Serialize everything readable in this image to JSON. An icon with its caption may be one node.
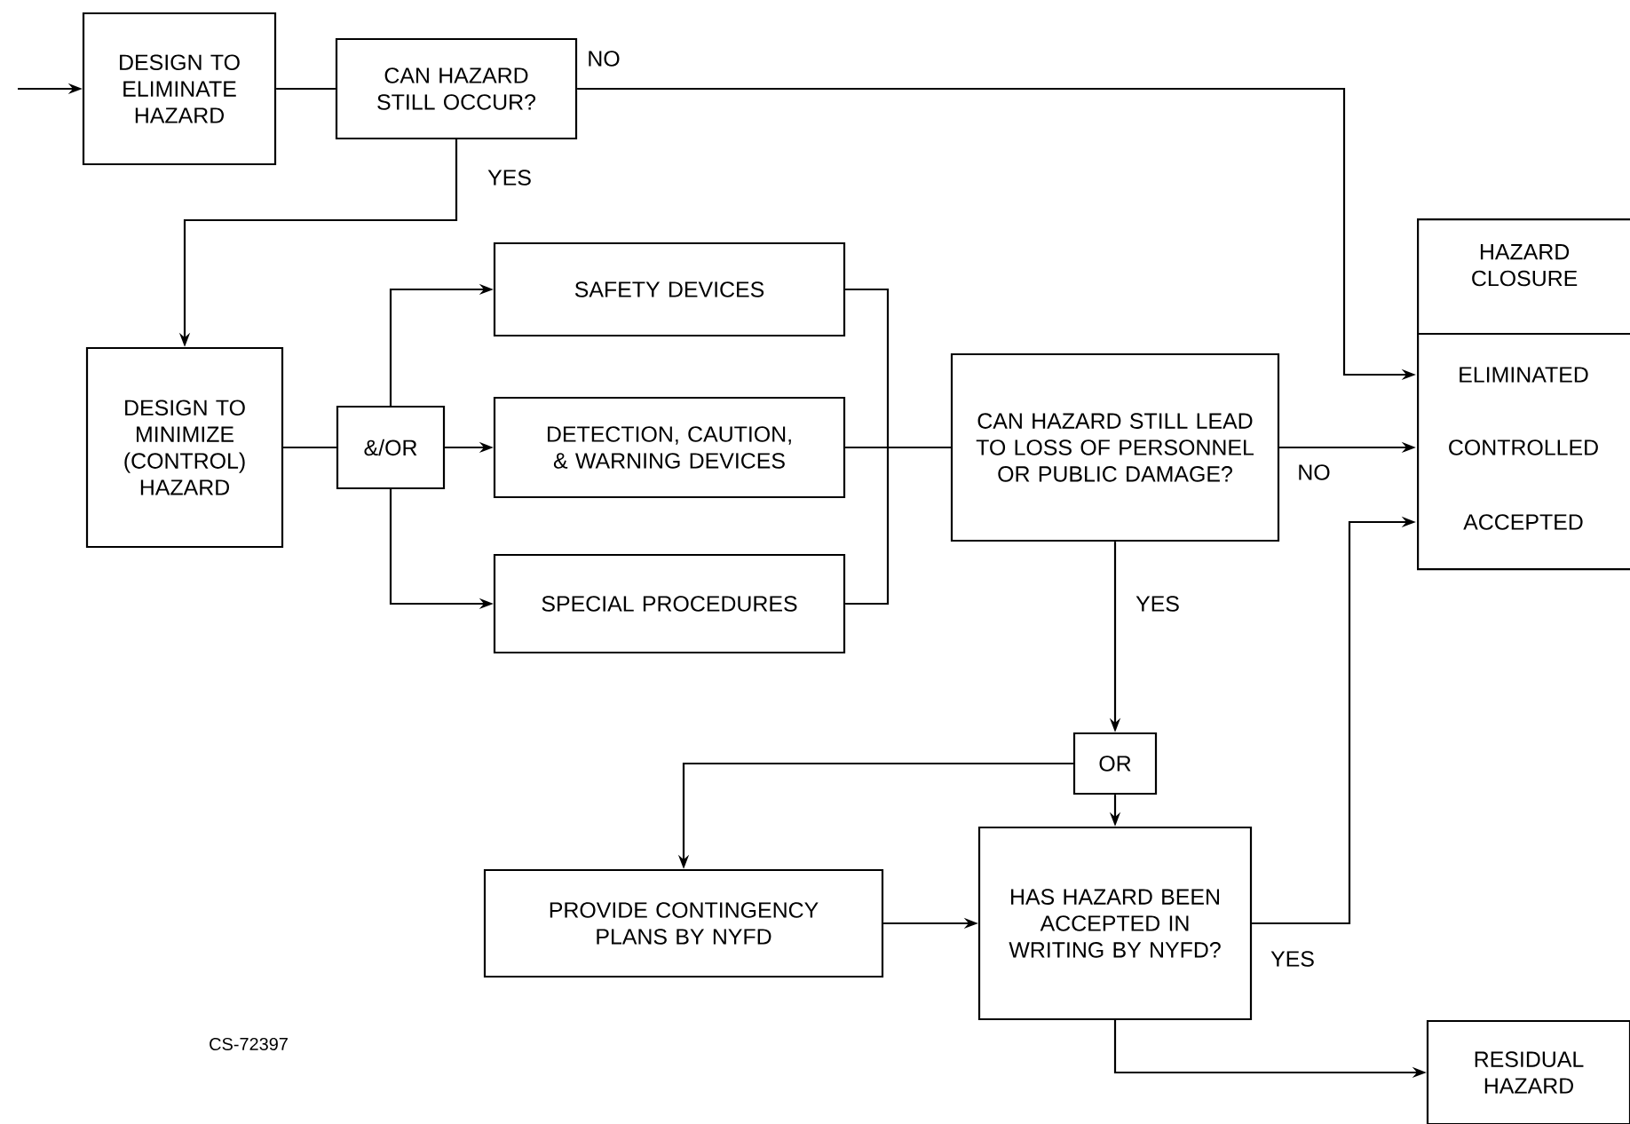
{
  "diagram": {
    "nodes": [
      {
        "text": [
          "DESIGN TO ELIMINATE HAZARD"
        ]
      },
      {
        "text": [
          "CAN HAZARD STILL OCCUR?"
        ]
      },
      {
        "text": [
          "DESIGN TO MINIMIZE (CONTROL) HAZARD"
        ]
      },
      {
        "text": [
          "&/OR"
        ]
      },
      {
        "text": [
          "SAFETY DEVICES"
        ]
      },
      {
        "text": [
          "DETECTION, CAUTION, & WARNING DEVICES"
        ]
      },
      {
        "text": [
          "SPECIAL PROCEDURES"
        ]
      },
      {
        "text": [
          "CAN HAZARD STILL LEAD TO LOSS OF PERSONNEL OR PUBLIC DAMAGE?"
        ]
      },
      {
        "text": [
          "HAZARD CLOSURE"
        ]
      },
      {
        "text": [
          "ELIMINATED"
        ],
        "in": 8
      },
      {
        "text": [
          "CONTROLLED"
        ],
        "in": 8
      },
      {
        "text": [
          "ACCEPTED"
        ],
        "in": 8
      },
      {
        "text": [
          "OR"
        ]
      },
      {
        "text": [
          "PROVIDE CONTINGENCY PLANS BY NYFD"
        ]
      },
      {
        "text": [
          "HAS HAZARD BEEN ACCEPTED IN WRITING BY NYFD?"
        ]
      },
      {
        "text": [
          "RESIDUAL HAZARD"
        ]
      }
    ],
    "edges": [
      {
        "from": null,
        "to": 0,
        "arrow": "to"
      },
      {
        "from": 0,
        "to": 1,
        "arrow": "none"
      },
      {
        "from": 1,
        "to": 9,
        "arrow": "to",
        "label": "NO"
      },
      {
        "from": 1,
        "to": 2,
        "arrow": "to",
        "label": "YES"
      },
      {
        "from": 2,
        "to": 3,
        "arrow": "none"
      },
      {
        "from": 3,
        "to": 4,
        "arrow": "to"
      },
      {
        "from": 3,
        "to": 5,
        "arrow": "to"
      },
      {
        "from": 3,
        "to": 6,
        "arrow": "to"
      },
      {
        "from": 4,
        "to": 7,
        "arrow": "none"
      },
      {
        "from": 5,
        "to": 7,
        "arrow": "none"
      },
      {
        "from": 6,
        "to": 7,
        "arrow": "none"
      },
      {
        "from": 7,
        "to": 10,
        "arrow": "to",
        "label": "NO"
      },
      {
        "from": 7,
        "to": 12,
        "arrow": "to",
        "label": "YES"
      },
      {
        "from": 12,
        "to": 13,
        "arrow": "to"
      },
      {
        "from": 12,
        "to": 14,
        "arrow": "to"
      },
      {
        "from": 13,
        "to": 14,
        "arrow": "to"
      },
      {
        "from": 14,
        "to": 11,
        "arrow": "to",
        "label": "YES"
      },
      {
        "from": 14,
        "to": 15,
        "arrow": "to"
      }
    ],
    "labels": [
      "CS-72397"
    ]
  }
}
